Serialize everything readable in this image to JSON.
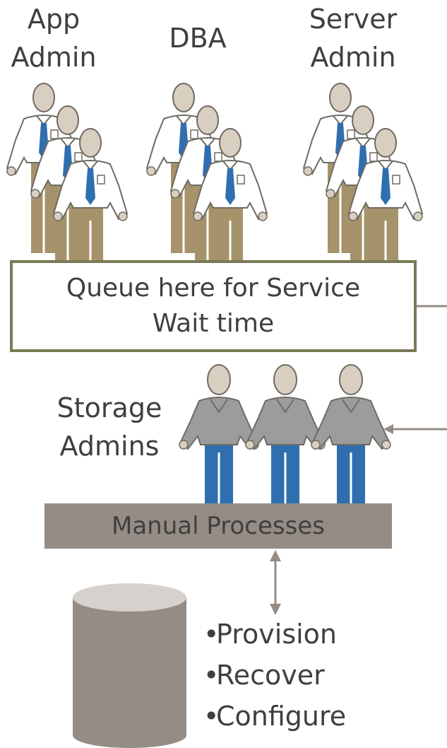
{
  "roles": {
    "app_admin_line1": "App",
    "app_admin_line2": "Admin",
    "dba": "DBA",
    "server_admin_line1": "Server",
    "server_admin_line2": "Admin"
  },
  "queue": {
    "line1": "Queue here for Service",
    "line2": "Wait time"
  },
  "storage": {
    "line1": "Storage",
    "line2": "Admins"
  },
  "manual_processes": "Manual Processes",
  "bullets": [
    "Provision",
    "Recover",
    "Configure"
  ],
  "bullet_marker": "•",
  "colors": {
    "box_border": "#7a7a56",
    "manual_box": "#958c86",
    "database": "#958c86",
    "database_top": "#d6d1cc",
    "arrow": "#958c86",
    "tie": "#2f6fb0",
    "pants_blue": "#2f6fb0",
    "khaki_pants": "#a6936b",
    "gray_shirt": "#9c9c9c",
    "skin": "#d9cfc1"
  },
  "icons": {
    "person_shirt_tie": "person-tie-icon",
    "person_storage": "storage-admin-icon",
    "database": "database-cylinder-icon"
  }
}
